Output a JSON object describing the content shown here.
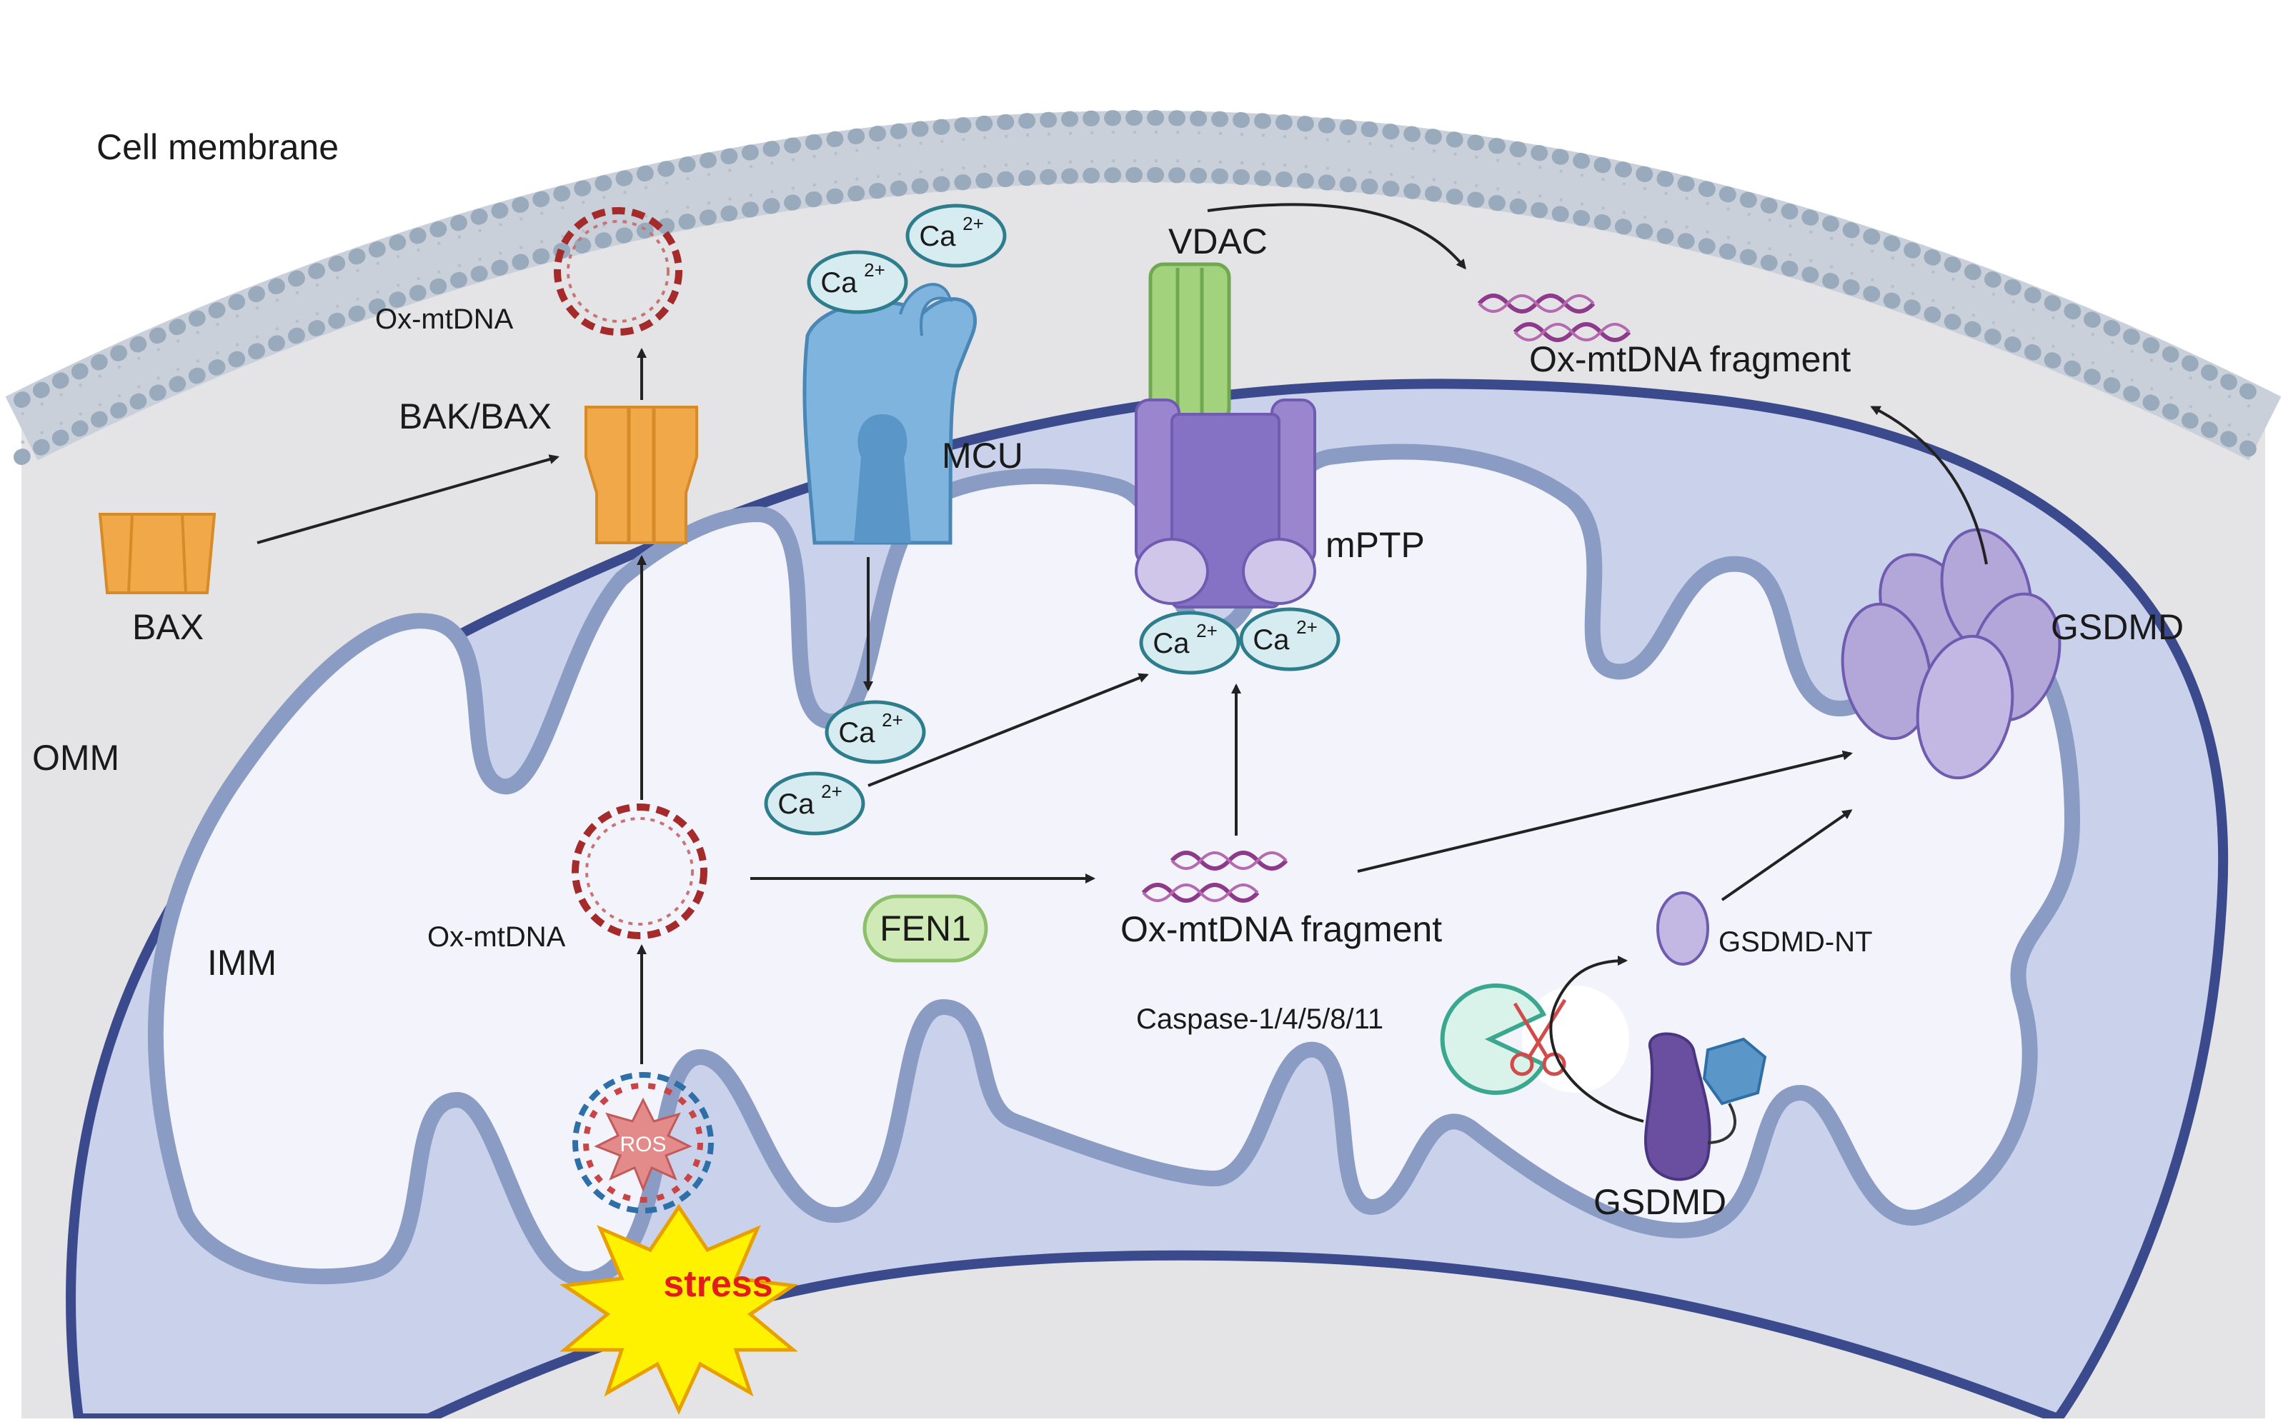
{
  "labels": {
    "cell_membrane": "Cell membrane",
    "omm": "OMM",
    "imm": "IMM",
    "bax": "BAX",
    "bak_bax": "BAK/BAX",
    "ox_mtdna_top": "Ox-mtDNA",
    "ox_mtdna_center": "Ox-mtDNA",
    "mcu": "MCU",
    "vdac": "VDAC",
    "mptp": "mPTP",
    "ox_fragment_top": "Ox-mtDNA fragment",
    "ox_fragment_center": "Ox-mtDNA fragment",
    "fen1": "FEN1",
    "gsdmd_pore": "GSDMD",
    "gsdmd_nt": "GSDMD-NT",
    "gsdmd_full": "GSDMD",
    "caspase": "Caspase-1/4/5/8/11",
    "ros": "ROS",
    "stress": "stress"
  },
  "calcium": {
    "base": "Ca",
    "charge": "2+"
  },
  "colors": {
    "membrane_head": "#9aaabd",
    "cytosol": "#e4e4e6",
    "omm_stroke": "#3b4a8c",
    "ims_fill": "#c9d2ea",
    "imm_stroke": "#8b9cc4",
    "matrix_fill": "#f3f4fb",
    "bax_orange": "#f0a848",
    "mcu_blue": "#7fb4de",
    "vdac_green": "#a3d27c",
    "mptp_purple": "#9a86cf",
    "gsdmd_lavender": "#b3a6d8",
    "calcium_fill": "#d6ecf0",
    "calcium_stroke": "#2e7d8c",
    "fen1_green": "#cfeab7",
    "dna_red": "#a52a2a",
    "fragment_purple": "#8e3a8a",
    "stress_yellow": "#fff200",
    "stress_red": "#e21b1b",
    "caspase_teal": "#3aa88f"
  }
}
